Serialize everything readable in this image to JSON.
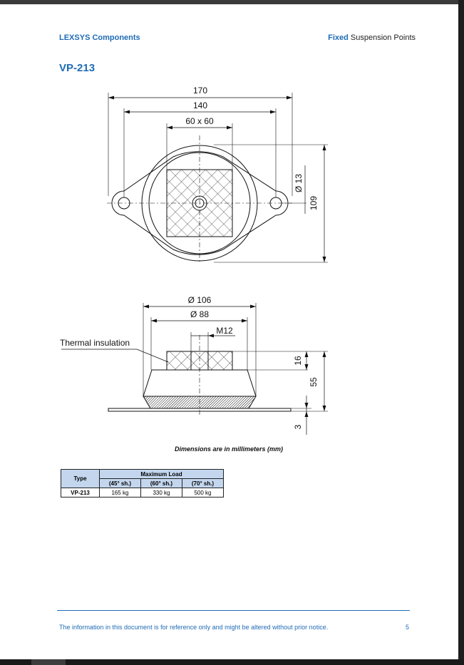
{
  "header": {
    "company": "LEXSYS Components",
    "section_accent": "Fixed",
    "section_rest": " Suspension Points"
  },
  "product": {
    "code": "VP-213"
  },
  "top_view": {
    "dim_overall": "170",
    "dim_holes": "140",
    "dim_pad": "60 x 60",
    "dim_hole_diameter": "Ø 13",
    "dim_width": "109"
  },
  "side_view": {
    "dim_outer_diameter": "Ø 106",
    "dim_inner_diameter": "Ø 88",
    "dim_thread": "M12",
    "label_insulation": "Thermal insulation",
    "dim_pad_height": "16",
    "dim_total_height": "55",
    "dim_plate_thickness": "3"
  },
  "caption": "Dimensions are in millimeters (mm)",
  "load_table": {
    "type_header": "Type",
    "group_header": "Maximum Load",
    "columns": [
      "(45° sh.)",
      "(60° sh.)",
      "(70° sh.)"
    ],
    "rows": [
      {
        "type": "VP-213",
        "values": [
          "165 kg",
          "330 kg",
          "500 kg"
        ]
      }
    ]
  },
  "footer": {
    "notice": "The information in this document is for reference only and might be altered without prior notice.",
    "page_number": "5"
  }
}
